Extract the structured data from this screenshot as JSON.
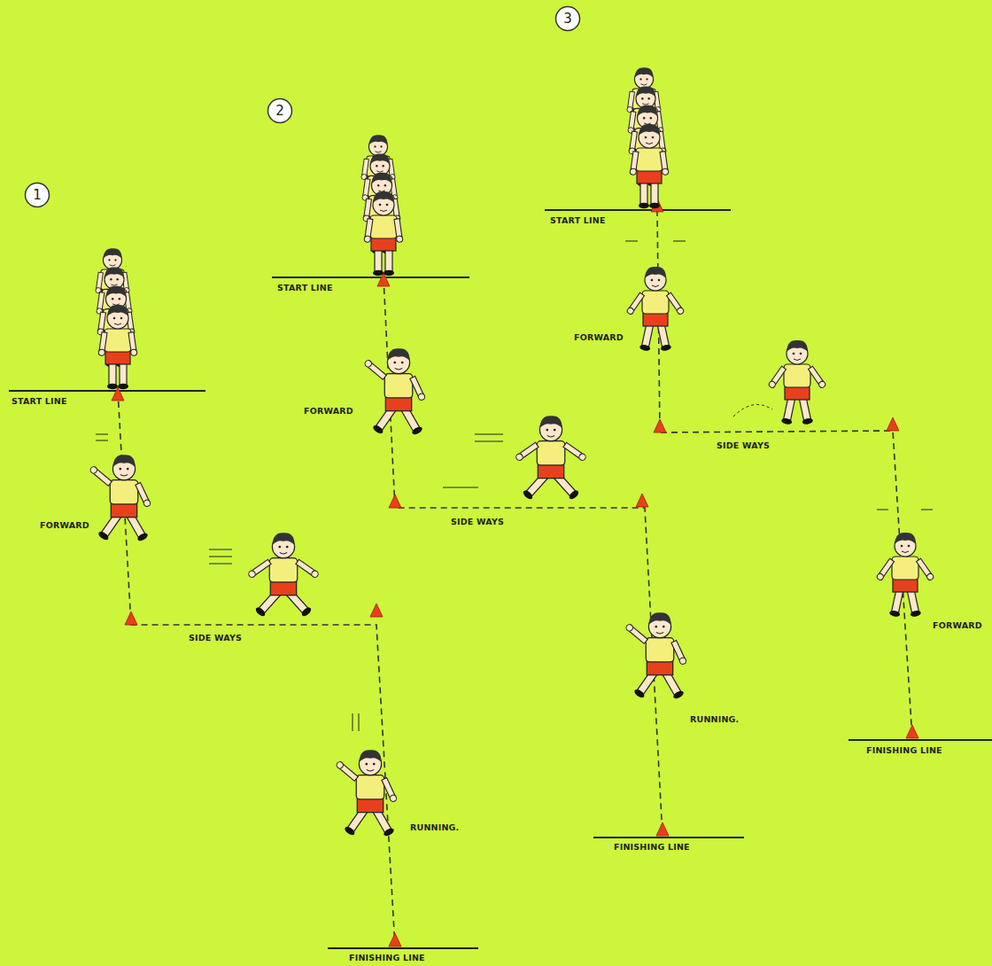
{
  "diagram": {
    "nodes": [
      {
        "text": [
          "1"
        ]
      },
      {
        "text": [
          "2"
        ]
      },
      {
        "text": [
          "3"
        ]
      }
    ],
    "labels": [
      "START LINE",
      "FORWARD",
      "SIDE WAYS",
      "RUNNING.",
      "FINISHING LINE",
      "START LINE",
      "FORWARD",
      "SIDE WAYS",
      "RUNNING.",
      "FINISHING LINE",
      "START LINE",
      "FORWARD",
      "SIDE WAYS",
      "FORWARD",
      "FINISHING LINE"
    ]
  }
}
